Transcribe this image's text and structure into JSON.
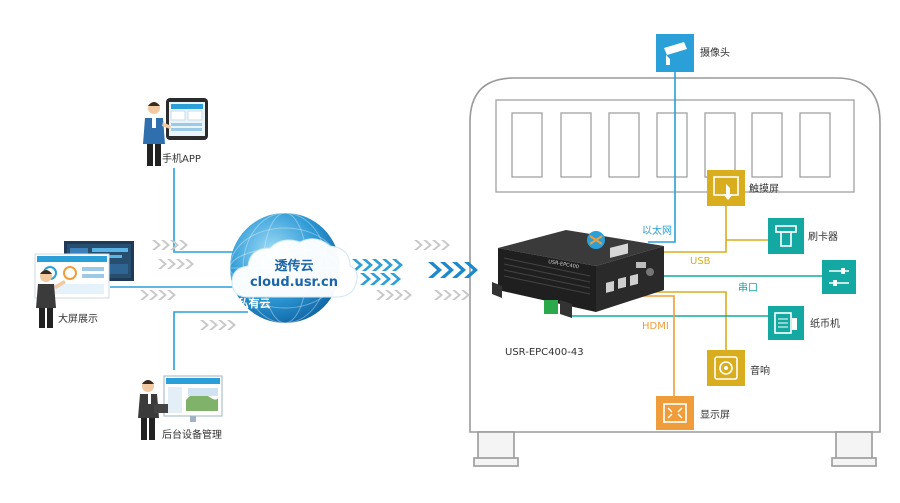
{
  "cloud": {
    "line1": "透传云",
    "line2": "cloud.usr.cn",
    "private_label": "私有云"
  },
  "clients": {
    "mobile_app": "手机APP",
    "big_screen": "大屏展示",
    "backend": "后台设备管理"
  },
  "device": {
    "model": "USR-EPC400-43",
    "front_label": "USR-EPC400"
  },
  "connections": {
    "ethernet": "以太网",
    "usb": "USB",
    "serial": "串口",
    "hdmi": "HDMI"
  },
  "peripherals": {
    "camera": "摄像头",
    "touchscreen": "触摸屏",
    "card_reader": "刷卡器",
    "serial_device": "",
    "banknote_machine": "纸币机",
    "speaker": "音响",
    "display": "显示屏"
  },
  "colors": {
    "blue": "#2a9fd8",
    "yellow": "#d8ad1e",
    "teal": "#14a8a2",
    "orange": "#ef9d3a",
    "cabinet_stroke": "#9a9a9a",
    "gray_arrow": "#c8c8c8",
    "blue_arrow": "#2a9fd8"
  }
}
